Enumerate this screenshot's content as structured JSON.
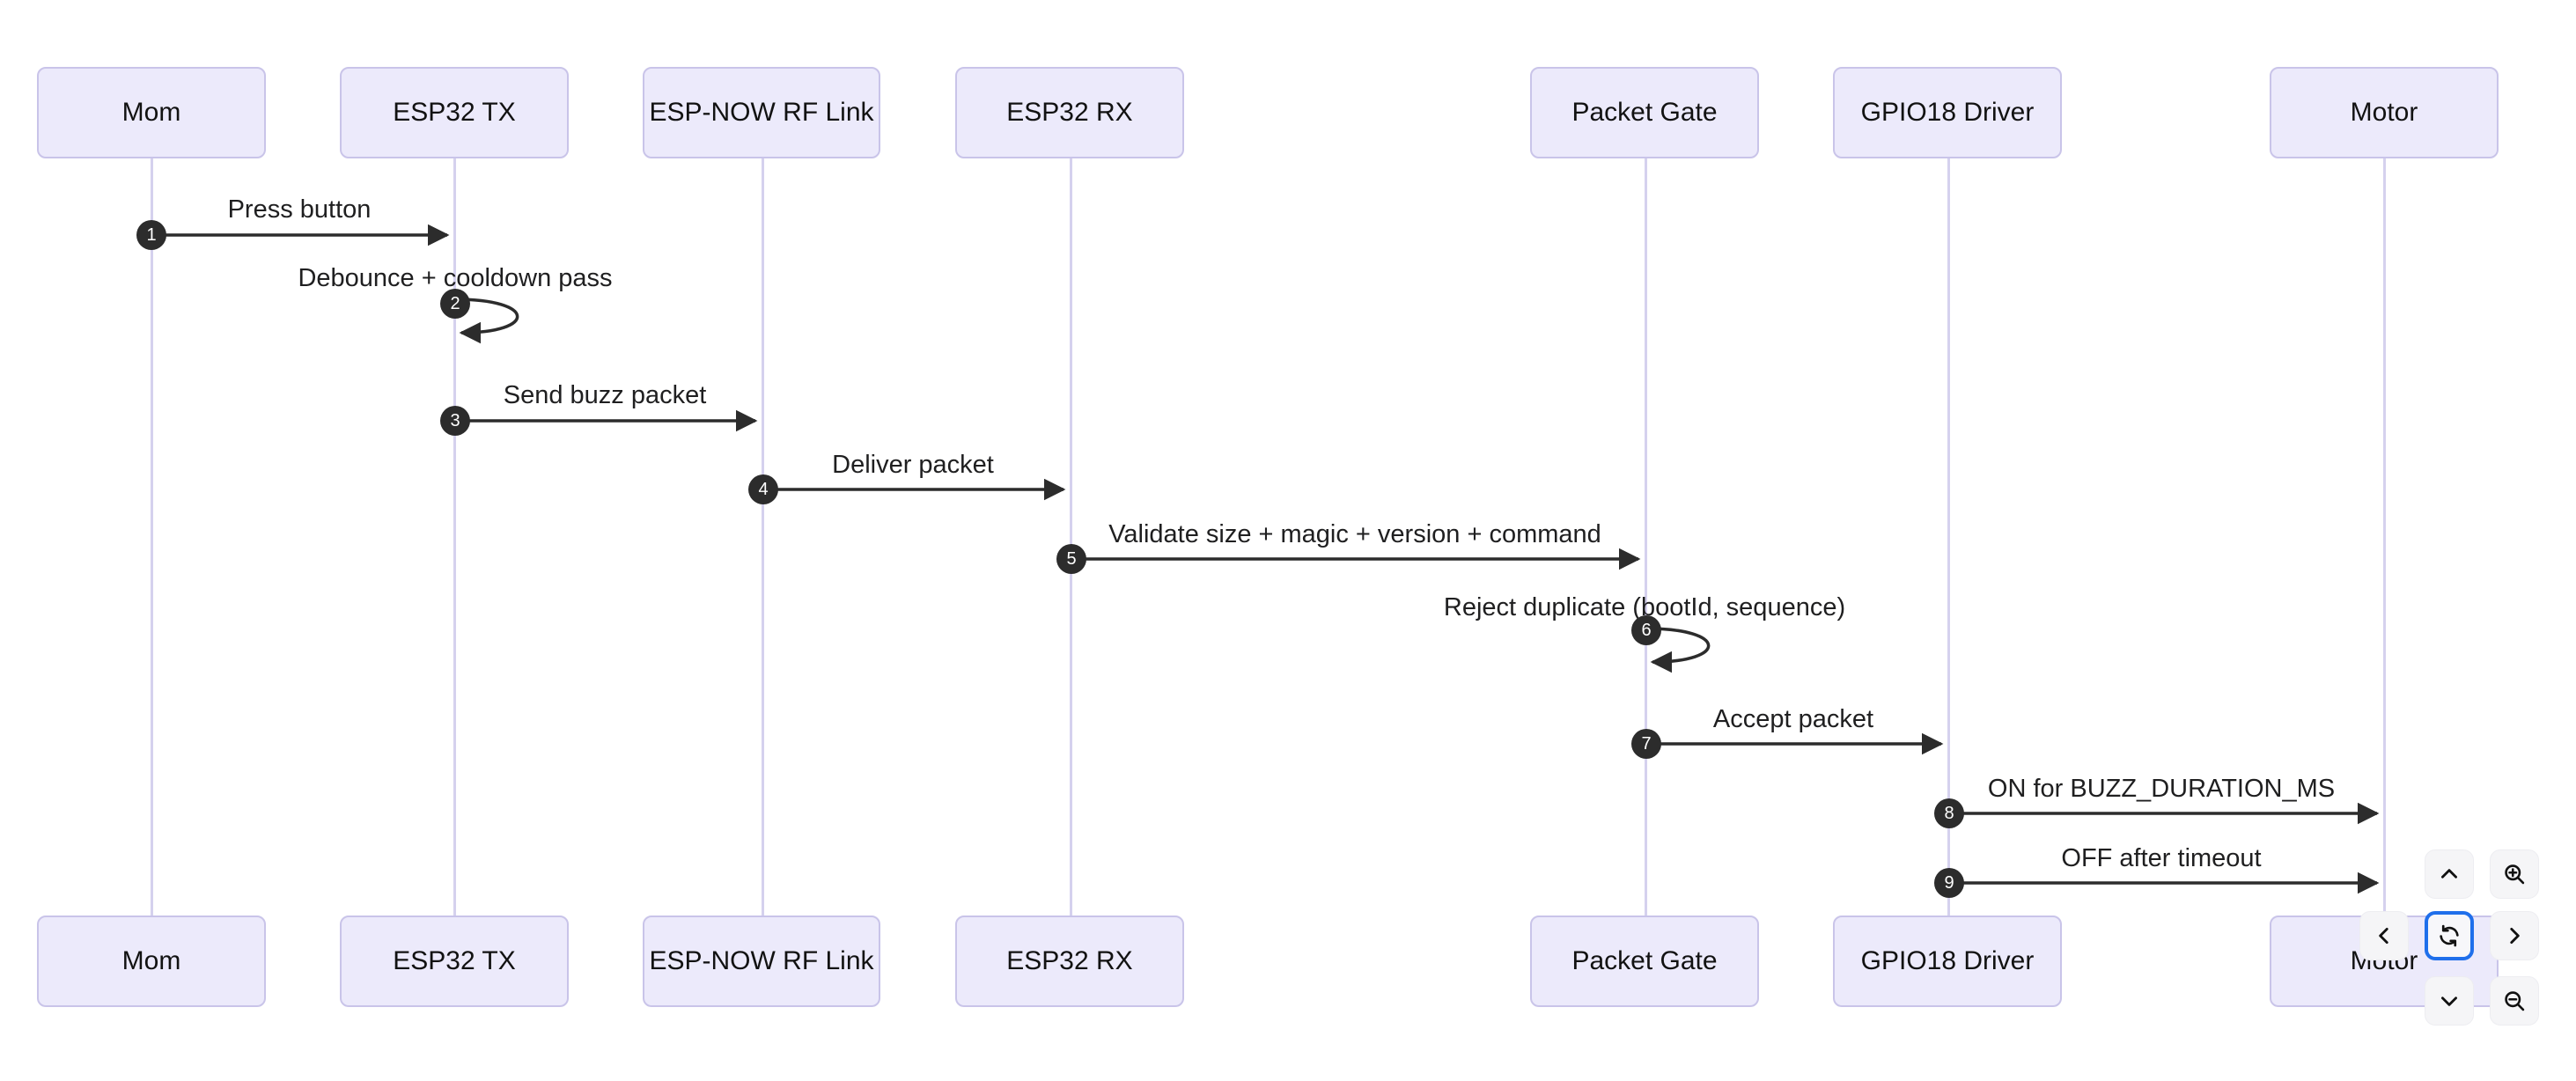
{
  "diagram": {
    "type": "sequence-diagram",
    "title": "ESP-NOW buzz packet sequence",
    "colors": {
      "participant_fill": "#ECEAFB",
      "participant_border": "#C9C4E9",
      "lifeline": "#D5D1EE",
      "arrow": "#2c2c2c",
      "badge_fill": "#2c2c2c",
      "badge_text": "#ffffff",
      "text": "#1f1f20",
      "focus_outline": "#1F6FEB",
      "control_fill": "#F5F5F7"
    },
    "participants": [
      {
        "id": "mom",
        "label": "Mom"
      },
      {
        "id": "tx",
        "label": "ESP32 TX"
      },
      {
        "id": "rf",
        "label": "ESP-NOW RF Link"
      },
      {
        "id": "rx",
        "label": "ESP32 RX"
      },
      {
        "id": "gate",
        "label": "Packet Gate"
      },
      {
        "id": "gpio",
        "label": "GPIO18 Driver"
      },
      {
        "id": "motor",
        "label": "Motor"
      }
    ],
    "messages": [
      {
        "number": "1",
        "label": "Press button",
        "from": "mom",
        "to": "tx",
        "kind": "arrow"
      },
      {
        "number": "2",
        "label": "Debounce + cooldown pass",
        "from": "tx",
        "to": "tx",
        "kind": "self"
      },
      {
        "number": "3",
        "label": "Send buzz packet",
        "from": "tx",
        "to": "rf",
        "kind": "arrow"
      },
      {
        "number": "4",
        "label": "Deliver packet",
        "from": "rf",
        "to": "rx",
        "kind": "arrow"
      },
      {
        "number": "5",
        "label": "Validate size + magic + version + command",
        "from": "rx",
        "to": "gate",
        "kind": "arrow"
      },
      {
        "number": "6",
        "label": "Reject duplicate (bootId, sequence)",
        "from": "gate",
        "to": "gate",
        "kind": "self"
      },
      {
        "number": "7",
        "label": "Accept packet",
        "from": "gate",
        "to": "gpio",
        "kind": "arrow"
      },
      {
        "number": "8",
        "label": "ON for BUZZ_DURATION_MS",
        "from": "gpio",
        "to": "motor",
        "kind": "arrow"
      },
      {
        "number": "9",
        "label": "OFF after timeout",
        "from": "gpio",
        "to": "motor",
        "kind": "arrow"
      }
    ]
  },
  "controls": {
    "pan_up": "pan-up",
    "pan_down": "pan-down",
    "pan_left": "pan-left",
    "pan_right": "pan-right",
    "reset": "reset-view",
    "zoom_in": "zoom-in",
    "zoom_out": "zoom-out"
  }
}
